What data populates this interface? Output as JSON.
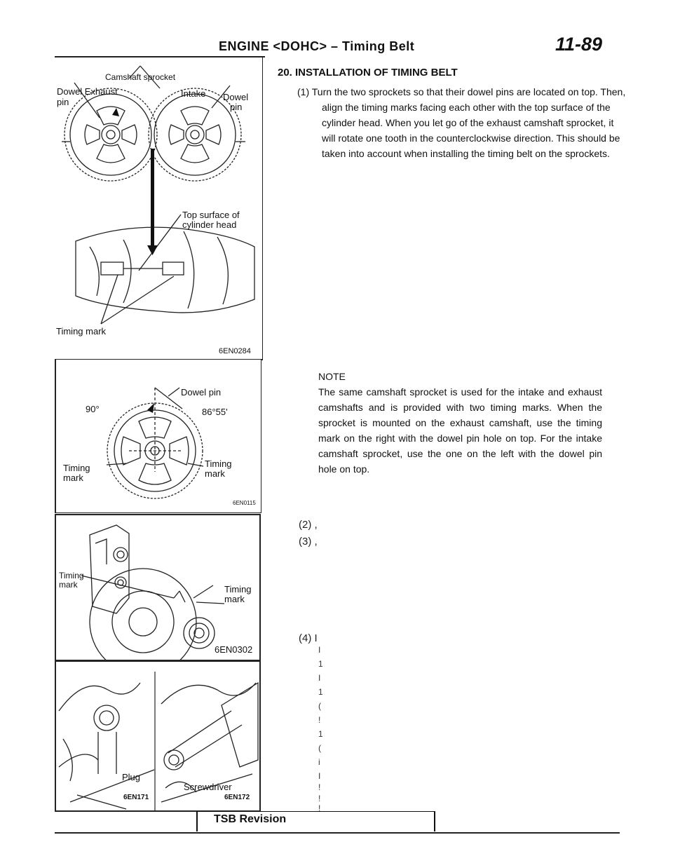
{
  "header": {
    "title": "ENGINE <DOHC> – Timing Belt",
    "page_number": "11-89"
  },
  "figures": {
    "fig1": {
      "title": "Camshaft sprocket",
      "dowel_exhaust": "Dowel Exhaust",
      "pin_left": "pin",
      "intake": "Intake",
      "dowel_right": "Dowel",
      "pin_right": "pin",
      "top_surface_1": "Top surface of",
      "top_surface_2": "cylinder head",
      "timing_mark": "Timing mark",
      "code": "6EN0284"
    },
    "fig2": {
      "dowel_pin": "Dowel pin",
      "angle_90": "90°",
      "angle_86": "86°55'",
      "timing_left_1": "Timing",
      "timing_left_2": "mark",
      "timing_right_1": "Timing",
      "timing_right_2": "mark",
      "code": "6EN0115"
    },
    "fig3": {
      "timing_left_1": "Timing",
      "timing_left_2": "mark",
      "timing_right_1": "Timing",
      "timing_right_2": "mark",
      "code": "6EN0302"
    },
    "fig4": {
      "plug": "Plug",
      "code_left": "6EN171",
      "screwdriver": "Screwdriver",
      "code_right": "6EN172"
    }
  },
  "section": {
    "heading": "20. INSTALLATION OF TIMING BELT",
    "step1": "(1) Turn the two sprockets so that their dowel pins are located on top. Then, align the timing marks facing each other with the top surface of the cylinder head. When you let go of the exhaust camshaft sprocket, it will rotate one tooth in the counterclockwise direction. This should be taken into account when installing the timing belt on the sprockets.",
    "note_title": "NOTE",
    "note_body": "The same camshaft sprocket is used for the intake and exhaust camshafts and is provided with two timing marks. When the sprocket is mounted on the exhaust camshaft, use the timing mark on the right with the dowel pin hole on top. For the intake camshaft sprocket, use the one on the left with the dowel pin hole on top.",
    "step2_stub": "(2) ,",
    "step3_stub": "(3) ,",
    "step4_stub": "(4) I",
    "margin_chars": [
      "I",
      "1",
      "I",
      "1",
      "(",
      "!",
      "1",
      "(",
      "i",
      "I",
      "!",
      "!",
      "!"
    ]
  },
  "footer": {
    "tsb_label": "TSB Revision"
  }
}
